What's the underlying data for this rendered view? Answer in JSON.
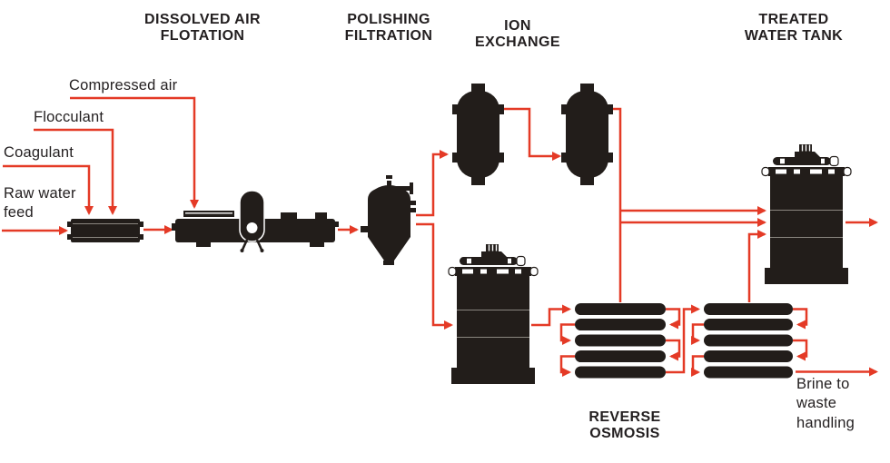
{
  "colors": {
    "accent_red": "#e43a26",
    "equipment_black": "#221d1a",
    "text": "#231f20",
    "background": "#ffffff"
  },
  "stages": {
    "dissolved_air_flotation": "DISSOLVED AIR\nFLOTATION",
    "polishing_filtration": "POLISHING\nFILTRATION",
    "ion_exchange": "ION\nEXCHANGE",
    "treated_water_tank": "TREATED\nWATER TANK",
    "reverse_osmosis": "REVERSE\nOSMOSIS"
  },
  "streams": {
    "compressed_air": "Compressed air",
    "flocculant": "Flocculant",
    "coagulant": "Coagulant",
    "raw_water_feed": "Raw water\nfeed",
    "brine_to_waste": "Brine to\nwaste\nhandling"
  },
  "equipment": [
    {
      "name": "flash-mixer"
    },
    {
      "name": "dissolved-air-flotation-unit"
    },
    {
      "name": "air-saturation-vessel"
    },
    {
      "name": "polishing-filter-vessel"
    },
    {
      "name": "ion-exchange-vessel-1"
    },
    {
      "name": "ion-exchange-vessel-2"
    },
    {
      "name": "ro-feed-pump-tank"
    },
    {
      "name": "reverse-osmosis-bank-1"
    },
    {
      "name": "reverse-osmosis-bank-2"
    },
    {
      "name": "treated-water-storage-tank"
    }
  ]
}
